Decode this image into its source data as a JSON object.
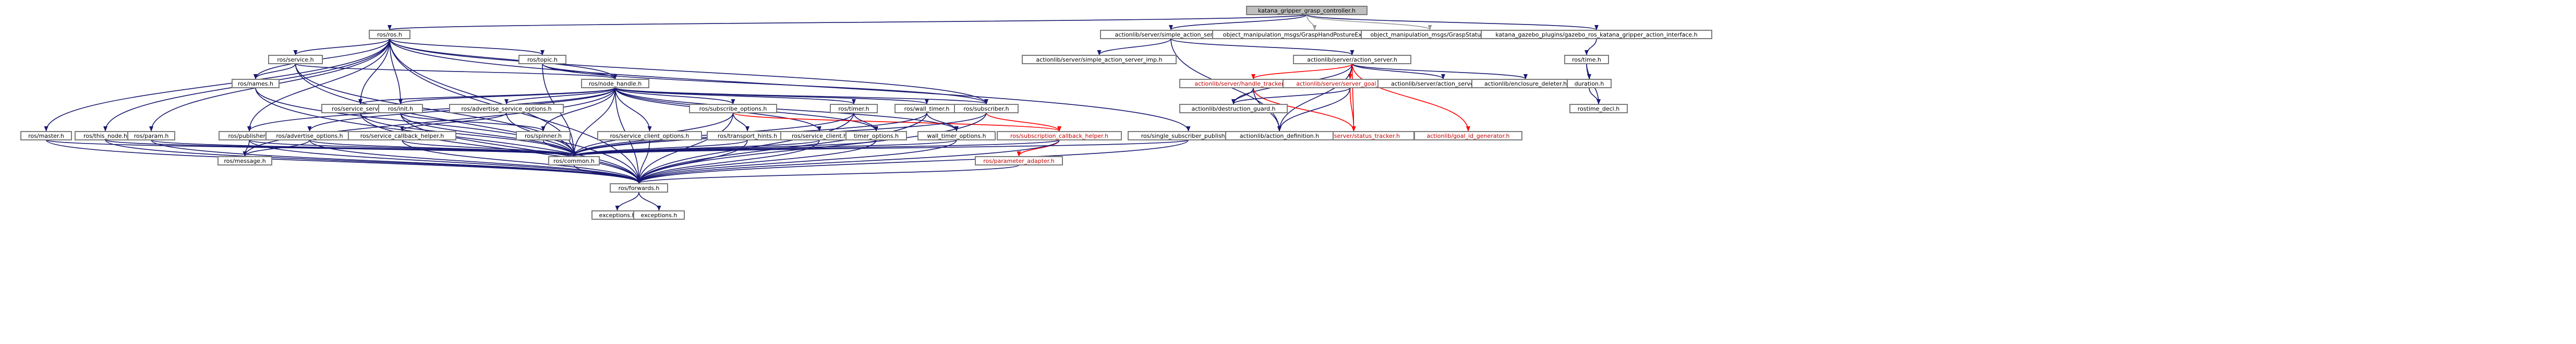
{
  "title": "katana_gripper_grasp_controller.h",
  "nodes": {
    "root": {
      "label": "katana_gripper_grasp_controller.h",
      "style": "root"
    },
    "ros_ros": {
      "label": "ros/ros.h"
    },
    "al_sas": {
      "label": "actionlib/server/simple_action_server.h"
    },
    "om_gapfe": {
      "label": "object_manipulation_msgs/GraspHandPostureExecutionAction.h",
      "style": "grey"
    },
    "om_gs": {
      "label": "object_manipulation_msgs/GraspStatus.h",
      "style": "grey"
    },
    "kg_action": {
      "label": "katana_gazebo_plugins/gazebo_ros_katana_gripper_action_interface.h"
    },
    "ros_service": {
      "label": "ros/service.h"
    },
    "ros_topic": {
      "label": "ros/topic.h"
    },
    "ros_names": {
      "label": "ros/names.h"
    },
    "ros_node_handle": {
      "label": "ros/node_handle.h"
    },
    "ros_service_server": {
      "label": "ros/service_server.h"
    },
    "ros_init": {
      "label": "ros/init.h"
    },
    "ros_adv_srv_opts": {
      "label": "ros/advertise_service_options.h"
    },
    "ros_sub_opts": {
      "label": "ros/subscribe_options.h"
    },
    "ros_timer": {
      "label": "ros/timer.h"
    },
    "ros_wall_timer": {
      "label": "ros/wall_timer.h"
    },
    "ros_subscriber": {
      "label": "ros/subscriber.h"
    },
    "ros_master": {
      "label": "ros/master.h"
    },
    "ros_this_node": {
      "label": "ros/this_node.h"
    },
    "ros_param": {
      "label": "ros/param.h"
    },
    "ros_publisher": {
      "label": "ros/publisher.h"
    },
    "ros_adv_opts": {
      "label": "ros/advertise_options.h"
    },
    "ros_srv_cb_helper": {
      "label": "ros/service_callback_helper.h"
    },
    "ros_spinner": {
      "label": "ros/spinner.h"
    },
    "ros_srv_client_opts": {
      "label": "ros/service_client_options.h"
    },
    "ros_transport_hints": {
      "label": "ros/transport_hints.h"
    },
    "ros_service_client": {
      "label": "ros/service_client.h"
    },
    "ros_timer_opts": {
      "label": "timer_options.h"
    },
    "ros_wall_timer_opts": {
      "label": "wall_timer_options.h"
    },
    "ros_sub_cb_helper": {
      "label": "ros/subscription_callback_helper.h",
      "style": "red"
    },
    "ros_param_adapter": {
      "label": "ros/parameter_adapter.h",
      "style": "red"
    },
    "ros_single_sub_pub": {
      "label": "ros/single_subscriber_publisher.h"
    },
    "ros_message": {
      "label": "ros/message.h"
    },
    "ros_common": {
      "label": "ros/common.h"
    },
    "ros_forwards": {
      "label": "ros/forwards.h"
    },
    "exceptions1": {
      "label": "exceptions.h"
    },
    "exceptions2": {
      "label": "exceptions.h"
    },
    "al_sas_imp": {
      "label": "actionlib/server/simple_action_server_imp.h"
    },
    "al_action_server": {
      "label": "actionlib/server/action_server.h"
    },
    "al_hand_track_del": {
      "label": "actionlib/server/handle_tracker_deleter.h",
      "style": "red"
    },
    "al_sgh": {
      "label": "actionlib/server/server_goal_handle.h",
      "style": "red"
    },
    "al_as_imp": {
      "label": "actionlib/server/action_server_imp.h"
    },
    "al_enc_del": {
      "label": "actionlib/enclosure_deleter.h"
    },
    "al_destr_guard": {
      "label": "actionlib/destruction_guard.h"
    },
    "al_status_tracker": {
      "label": "actionlib/server/status_tracker.h",
      "style": "red"
    },
    "al_action_def": {
      "label": "actionlib/action_definition.h"
    },
    "al_goal_id_gen": {
      "label": "actionlib/goal_id_generator.h",
      "style": "red"
    },
    "ros_time": {
      "label": "ros/time.h"
    },
    "ros_duration": {
      "label": "duration.h"
    },
    "rostime_decl": {
      "label": "rostime_decl.h"
    }
  },
  "edges": [
    [
      "root",
      "ros_ros"
    ],
    [
      "root",
      "al_sas"
    ],
    [
      "root",
      "om_gapfe"
    ],
    [
      "root",
      "om_gs"
    ],
    [
      "root",
      "kg_action"
    ],
    [
      "ros_ros",
      "ros_service"
    ],
    [
      "ros_ros",
      "ros_topic"
    ],
    [
      "ros_ros",
      "ros_names"
    ],
    [
      "ros_ros",
      "ros_node_handle"
    ],
    [
      "ros_ros",
      "ros_service_server"
    ],
    [
      "ros_ros",
      "ros_init"
    ],
    [
      "ros_ros",
      "ros_subscriber"
    ],
    [
      "ros_ros",
      "ros_master"
    ],
    [
      "ros_ros",
      "ros_this_node"
    ],
    [
      "ros_ros",
      "ros_param"
    ],
    [
      "ros_ros",
      "ros_publisher"
    ],
    [
      "ros_ros",
      "ros_single_sub_pub"
    ],
    [
      "ros_ros",
      "ros_common"
    ],
    [
      "ros_ros",
      "ros_forwards"
    ],
    [
      "ros_service",
      "ros_names"
    ],
    [
      "ros_service",
      "ros_node_handle"
    ],
    [
      "ros_service",
      "ros_common"
    ],
    [
      "ros_service",
      "ros_forwards"
    ],
    [
      "ros_topic",
      "ros_node_handle"
    ],
    [
      "ros_topic",
      "ros_common"
    ],
    [
      "ros_topic",
      "ros_subscriber"
    ],
    [
      "ros_names",
      "ros_common"
    ],
    [
      "ros_names",
      "ros_forwards"
    ],
    [
      "ros_node_handle",
      "ros_service_server"
    ],
    [
      "ros_node_handle",
      "ros_init"
    ],
    [
      "ros_node_handle",
      "ros_adv_srv_opts"
    ],
    [
      "ros_node_handle",
      "ros_sub_opts"
    ],
    [
      "ros_node_handle",
      "ros_timer"
    ],
    [
      "ros_node_handle",
      "ros_wall_timer"
    ],
    [
      "ros_node_handle",
      "ros_subscriber"
    ],
    [
      "ros_node_handle",
      "ros_publisher"
    ],
    [
      "ros_node_handle",
      "ros_adv_opts"
    ],
    [
      "ros_node_handle",
      "ros_spinner"
    ],
    [
      "ros_node_handle",
      "ros_srv_client_opts"
    ],
    [
      "ros_node_handle",
      "ros_service_client"
    ],
    [
      "ros_node_handle",
      "ros_timer_opts"
    ],
    [
      "ros_node_handle",
      "ros_wall_timer_opts"
    ],
    [
      "ros_node_handle",
      "ros_common"
    ],
    [
      "ros_node_handle",
      "ros_forwards"
    ],
    [
      "ros_node_handle",
      "ros_message"
    ],
    [
      "ros_service_server",
      "ros_common"
    ],
    [
      "ros_service_server",
      "ros_forwards"
    ],
    [
      "ros_init",
      "ros_spinner"
    ],
    [
      "ros_init",
      "ros_common"
    ],
    [
      "ros_init",
      "ros_forwards"
    ],
    [
      "ros_adv_srv_opts",
      "ros_srv_cb_helper"
    ],
    [
      "ros_adv_srv_opts",
      "ros_common"
    ],
    [
      "ros_sub_opts",
      "ros_transport_hints"
    ],
    [
      "ros_sub_opts",
      "ros_sub_cb_helper"
    ],
    [
      "ros_sub_opts",
      "ros_common"
    ],
    [
      "ros_sub_opts",
      "ros_forwards"
    ],
    [
      "ros_timer",
      "ros_timer_opts"
    ],
    [
      "ros_timer",
      "ros_common"
    ],
    [
      "ros_timer",
      "ros_forwards"
    ],
    [
      "ros_wall_timer",
      "ros_wall_timer_opts"
    ],
    [
      "ros_wall_timer",
      "ros_common"
    ],
    [
      "ros_wall_timer",
      "ros_forwards"
    ],
    [
      "ros_subscriber",
      "ros_sub_cb_helper"
    ],
    [
      "ros_subscriber",
      "ros_common"
    ],
    [
      "ros_subscriber",
      "ros_forwards"
    ],
    [
      "ros_master",
      "ros_forwards"
    ],
    [
      "ros_master",
      "ros_common"
    ],
    [
      "ros_this_node",
      "ros_common"
    ],
    [
      "ros_this_node",
      "ros_forwards"
    ],
    [
      "ros_param",
      "ros_common"
    ],
    [
      "ros_param",
      "ros_forwards"
    ],
    [
      "ros_publisher",
      "ros_message"
    ],
    [
      "ros_publisher",
      "ros_common"
    ],
    [
      "ros_publisher",
      "ros_forwards"
    ],
    [
      "ros_adv_opts",
      "ros_message"
    ],
    [
      "ros_adv_opts",
      "ros_common"
    ],
    [
      "ros_adv_opts",
      "ros_forwards"
    ],
    [
      "ros_srv_cb_helper",
      "ros_common"
    ],
    [
      "ros_srv_cb_helper",
      "ros_forwards"
    ],
    [
      "ros_spinner",
      "ros_common"
    ],
    [
      "ros_srv_client_opts",
      "ros_forwards"
    ],
    [
      "ros_transport_hints",
      "ros_common"
    ],
    [
      "ros_transport_hints",
      "ros_forwards"
    ],
    [
      "ros_service_client",
      "ros_common"
    ],
    [
      "ros_service_client",
      "ros_forwards"
    ],
    [
      "ros_timer_opts",
      "ros_common"
    ],
    [
      "ros_timer_opts",
      "ros_forwards"
    ],
    [
      "ros_wall_timer_opts",
      "ros_common"
    ],
    [
      "ros_wall_timer_opts",
      "ros_forwards"
    ],
    [
      "ros_sub_cb_helper",
      "ros_param_adapter"
    ],
    [
      "ros_sub_cb_helper",
      "ros_common"
    ],
    [
      "ros_sub_cb_helper",
      "ros_forwards"
    ],
    [
      "ros_param_adapter",
      "ros_forwards"
    ],
    [
      "ros_single_sub_pub",
      "ros_common"
    ],
    [
      "ros_single_sub_pub",
      "ros_forwards"
    ],
    [
      "ros_common",
      "ros_forwards"
    ],
    [
      "ros_forwards",
      "exceptions1"
    ],
    [
      "ros_forwards",
      "exceptions2"
    ],
    [
      "al_sas",
      "al_sas_imp"
    ],
    [
      "al_sas",
      "al_action_server"
    ],
    [
      "al_sas",
      "al_action_def"
    ],
    [
      "al_action_server",
      "al_hand_track_del"
    ],
    [
      "al_action_server",
      "al_sgh"
    ],
    [
      "al_action_server",
      "al_as_imp"
    ],
    [
      "al_action_server",
      "al_enc_del"
    ],
    [
      "al_action_server",
      "al_destr_guard"
    ],
    [
      "al_action_server",
      "al_status_tracker"
    ],
    [
      "al_action_server",
      "al_action_def"
    ],
    [
      "al_action_server",
      "al_goal_id_gen"
    ],
    [
      "al_hand_track_del",
      "al_destr_guard"
    ],
    [
      "al_hand_track_del",
      "al_status_tracker"
    ],
    [
      "al_hand_track_del",
      "al_action_def"
    ],
    [
      "al_sgh",
      "al_destr_guard"
    ],
    [
      "al_sgh",
      "al_status_tracker"
    ],
    [
      "al_sgh",
      "al_action_def"
    ],
    [
      "al_status_tracker",
      "al_action_def"
    ],
    [
      "al_status_tracker",
      "al_goal_id_gen"
    ],
    [
      "kg_action",
      "ros_time"
    ],
    [
      "ros_time",
      "ros_duration"
    ],
    [
      "ros_time",
      "rostime_decl"
    ],
    [
      "ros_duration",
      "rostime_decl"
    ]
  ],
  "colors": {
    "edge": "#191970",
    "edge_red": "#ff0000",
    "edge_grey": "#999999",
    "node_fill": "#ffffff",
    "node_border": "#7a7a7a",
    "root_fill": "#bfbfbf",
    "red_text": "#c00000"
  }
}
